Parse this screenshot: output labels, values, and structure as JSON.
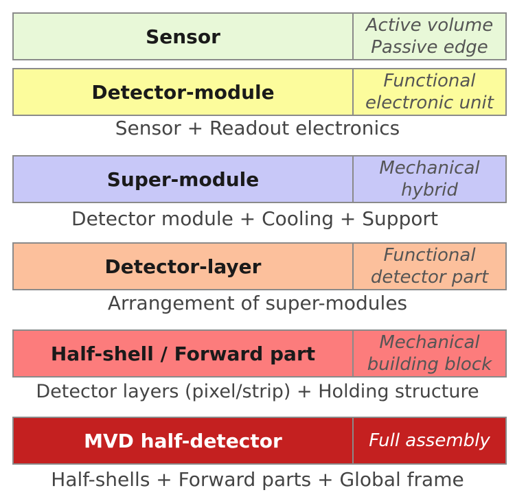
{
  "levels": [
    {
      "name": "Sensor",
      "role": "Active volume\nPassive edge",
      "description": "",
      "color": "#e8f8d8",
      "role_color": "#555555",
      "name_color": "#1a1a1a"
    },
    {
      "name": "Detector-module",
      "role": "Functional\nelectronic unit",
      "description": "Sensor + Readout electronics",
      "color": "#fcfc9c",
      "role_color": "#555555",
      "name_color": "#1a1a1a"
    },
    {
      "name": "Super-module",
      "role": "Mechanical\nhybrid",
      "description": "Detector module + Cooling + Support",
      "color": "#c8c8f8",
      "role_color": "#555555",
      "name_color": "#1a1a1a"
    },
    {
      "name": "Detector-layer",
      "role": "Functional\ndetector part",
      "description": "Arrangement of super-modules",
      "color": "#fcc09c",
      "role_color": "#555555",
      "name_color": "#1a1a1a"
    },
    {
      "name": "Half-shell / Forward part",
      "role": "Mechanical\nbuilding block",
      "description": "Detector layers (pixel/strip) + Holding structure",
      "color": "#fc7c7c",
      "role_color": "#555555",
      "name_color": "#1a1a1a"
    },
    {
      "name": "MVD half-detector",
      "role": "Full assembly",
      "description": "Half-shells + Forward parts + Global frame",
      "color": "#c42020",
      "role_color": "#ffffff",
      "name_color": "#ffffff"
    }
  ]
}
